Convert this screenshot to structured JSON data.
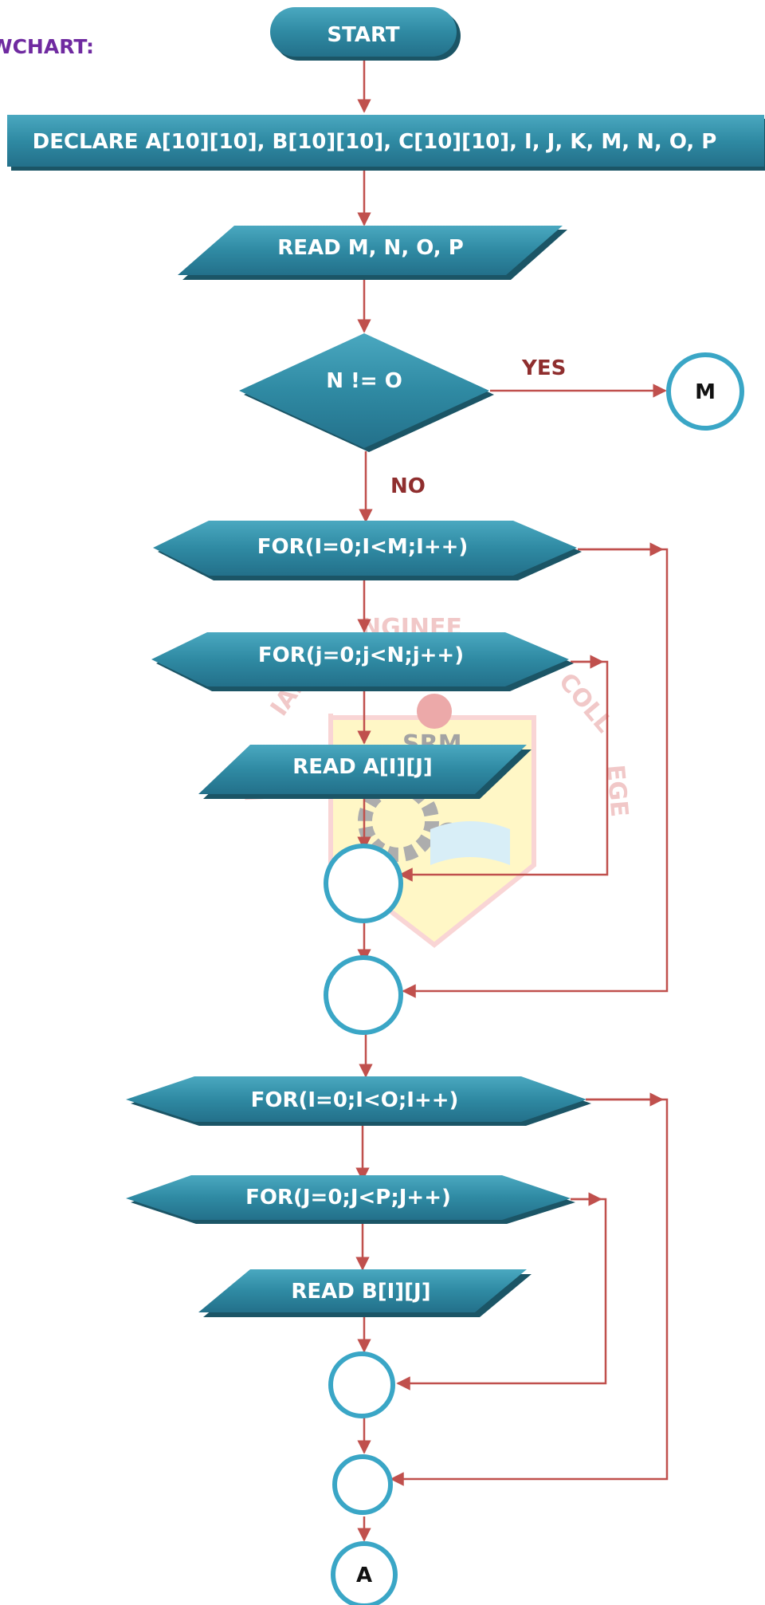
{
  "heading": "WCHART:",
  "watermark": {
    "text_arc": "VALLIAMMAI ENGINEERING COLLEGE",
    "logo_text": "SRM"
  },
  "nodes": {
    "start": "START",
    "declare": "DECLARE A[10][10], B[10][10], C[10][10], I, J, K, M, N, O, P",
    "read_mnop": "READ M, N, O,  P",
    "decision": "N != O",
    "yes_label": "YES",
    "no_label": "NO",
    "connector_m": "M",
    "for_i_a": "FOR(I=0;I<M;I++)",
    "for_j_a": "FOR(j=0;j<N;j++)",
    "read_a": "READ A[I][J]",
    "for_i_b": "FOR(I=0;I<O;I++)",
    "for_j_b": "FOR(J=0;J<P;J++)",
    "read_b": "READ B[I][J]",
    "connector_a": "A"
  },
  "colors": {
    "shape_fill": "#2f8aa3",
    "shape_shadow": "#1b5566",
    "connector_stroke": "#3aa6c6",
    "arrow": "#c0504d",
    "branch_label": "#8f2e2e",
    "heading": "#6f2aa0",
    "watermark_yellow": "#fff2a0",
    "watermark_red": "#e06060"
  }
}
